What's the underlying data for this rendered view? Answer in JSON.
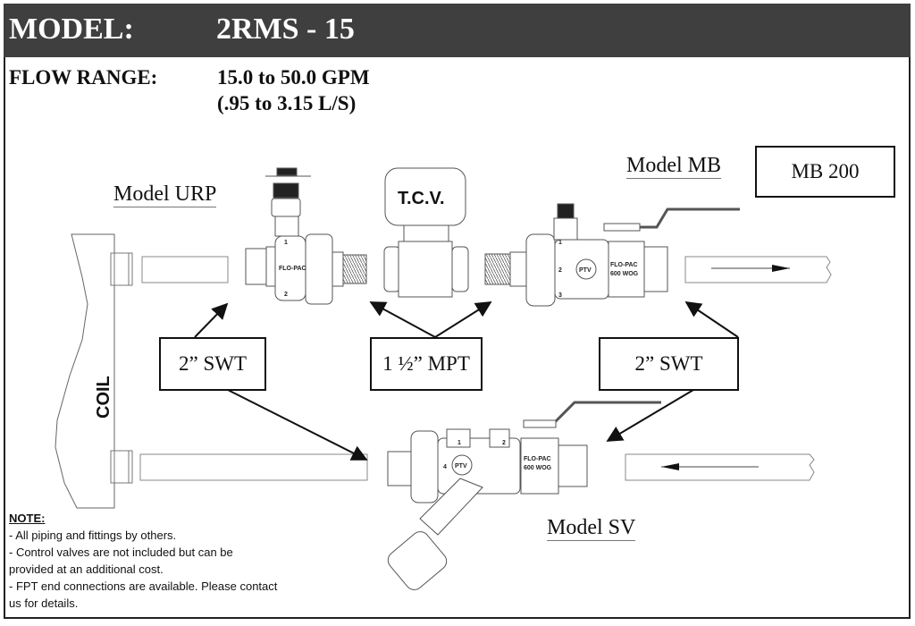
{
  "header": {
    "model_label": "MODEL:",
    "model_value": "2RMS - 15"
  },
  "flow_range": {
    "label": "FLOW RANGE:",
    "gpm": "15.0 to 50.0 GPM",
    "lps": "(.95 to 3.15 L/S)"
  },
  "models": {
    "urp": "Model URP",
    "mb": "Model MB",
    "sv": "Model SV"
  },
  "tags": {
    "mb_variant": "MB 200",
    "tcv": "T.C.V.",
    "coil": "COIL"
  },
  "connections": {
    "left": "2”  SWT",
    "center": "1 ½” MPT",
    "right": "2”  SWT"
  },
  "valve_markings": {
    "brand": "FLO-PAC",
    "rating": "600 WOG",
    "port_1": "1",
    "port_2": "2",
    "port_3": "3",
    "port_4": "4",
    "ptv": "PTV"
  },
  "note": {
    "title": "NOTE:",
    "lines": [
      "- All piping and fittings by others.",
      "- Control valves are not included but can be",
      "provided at an additional cost.",
      "- FPT end connections are available.  Please contact",
      "us for details."
    ]
  }
}
